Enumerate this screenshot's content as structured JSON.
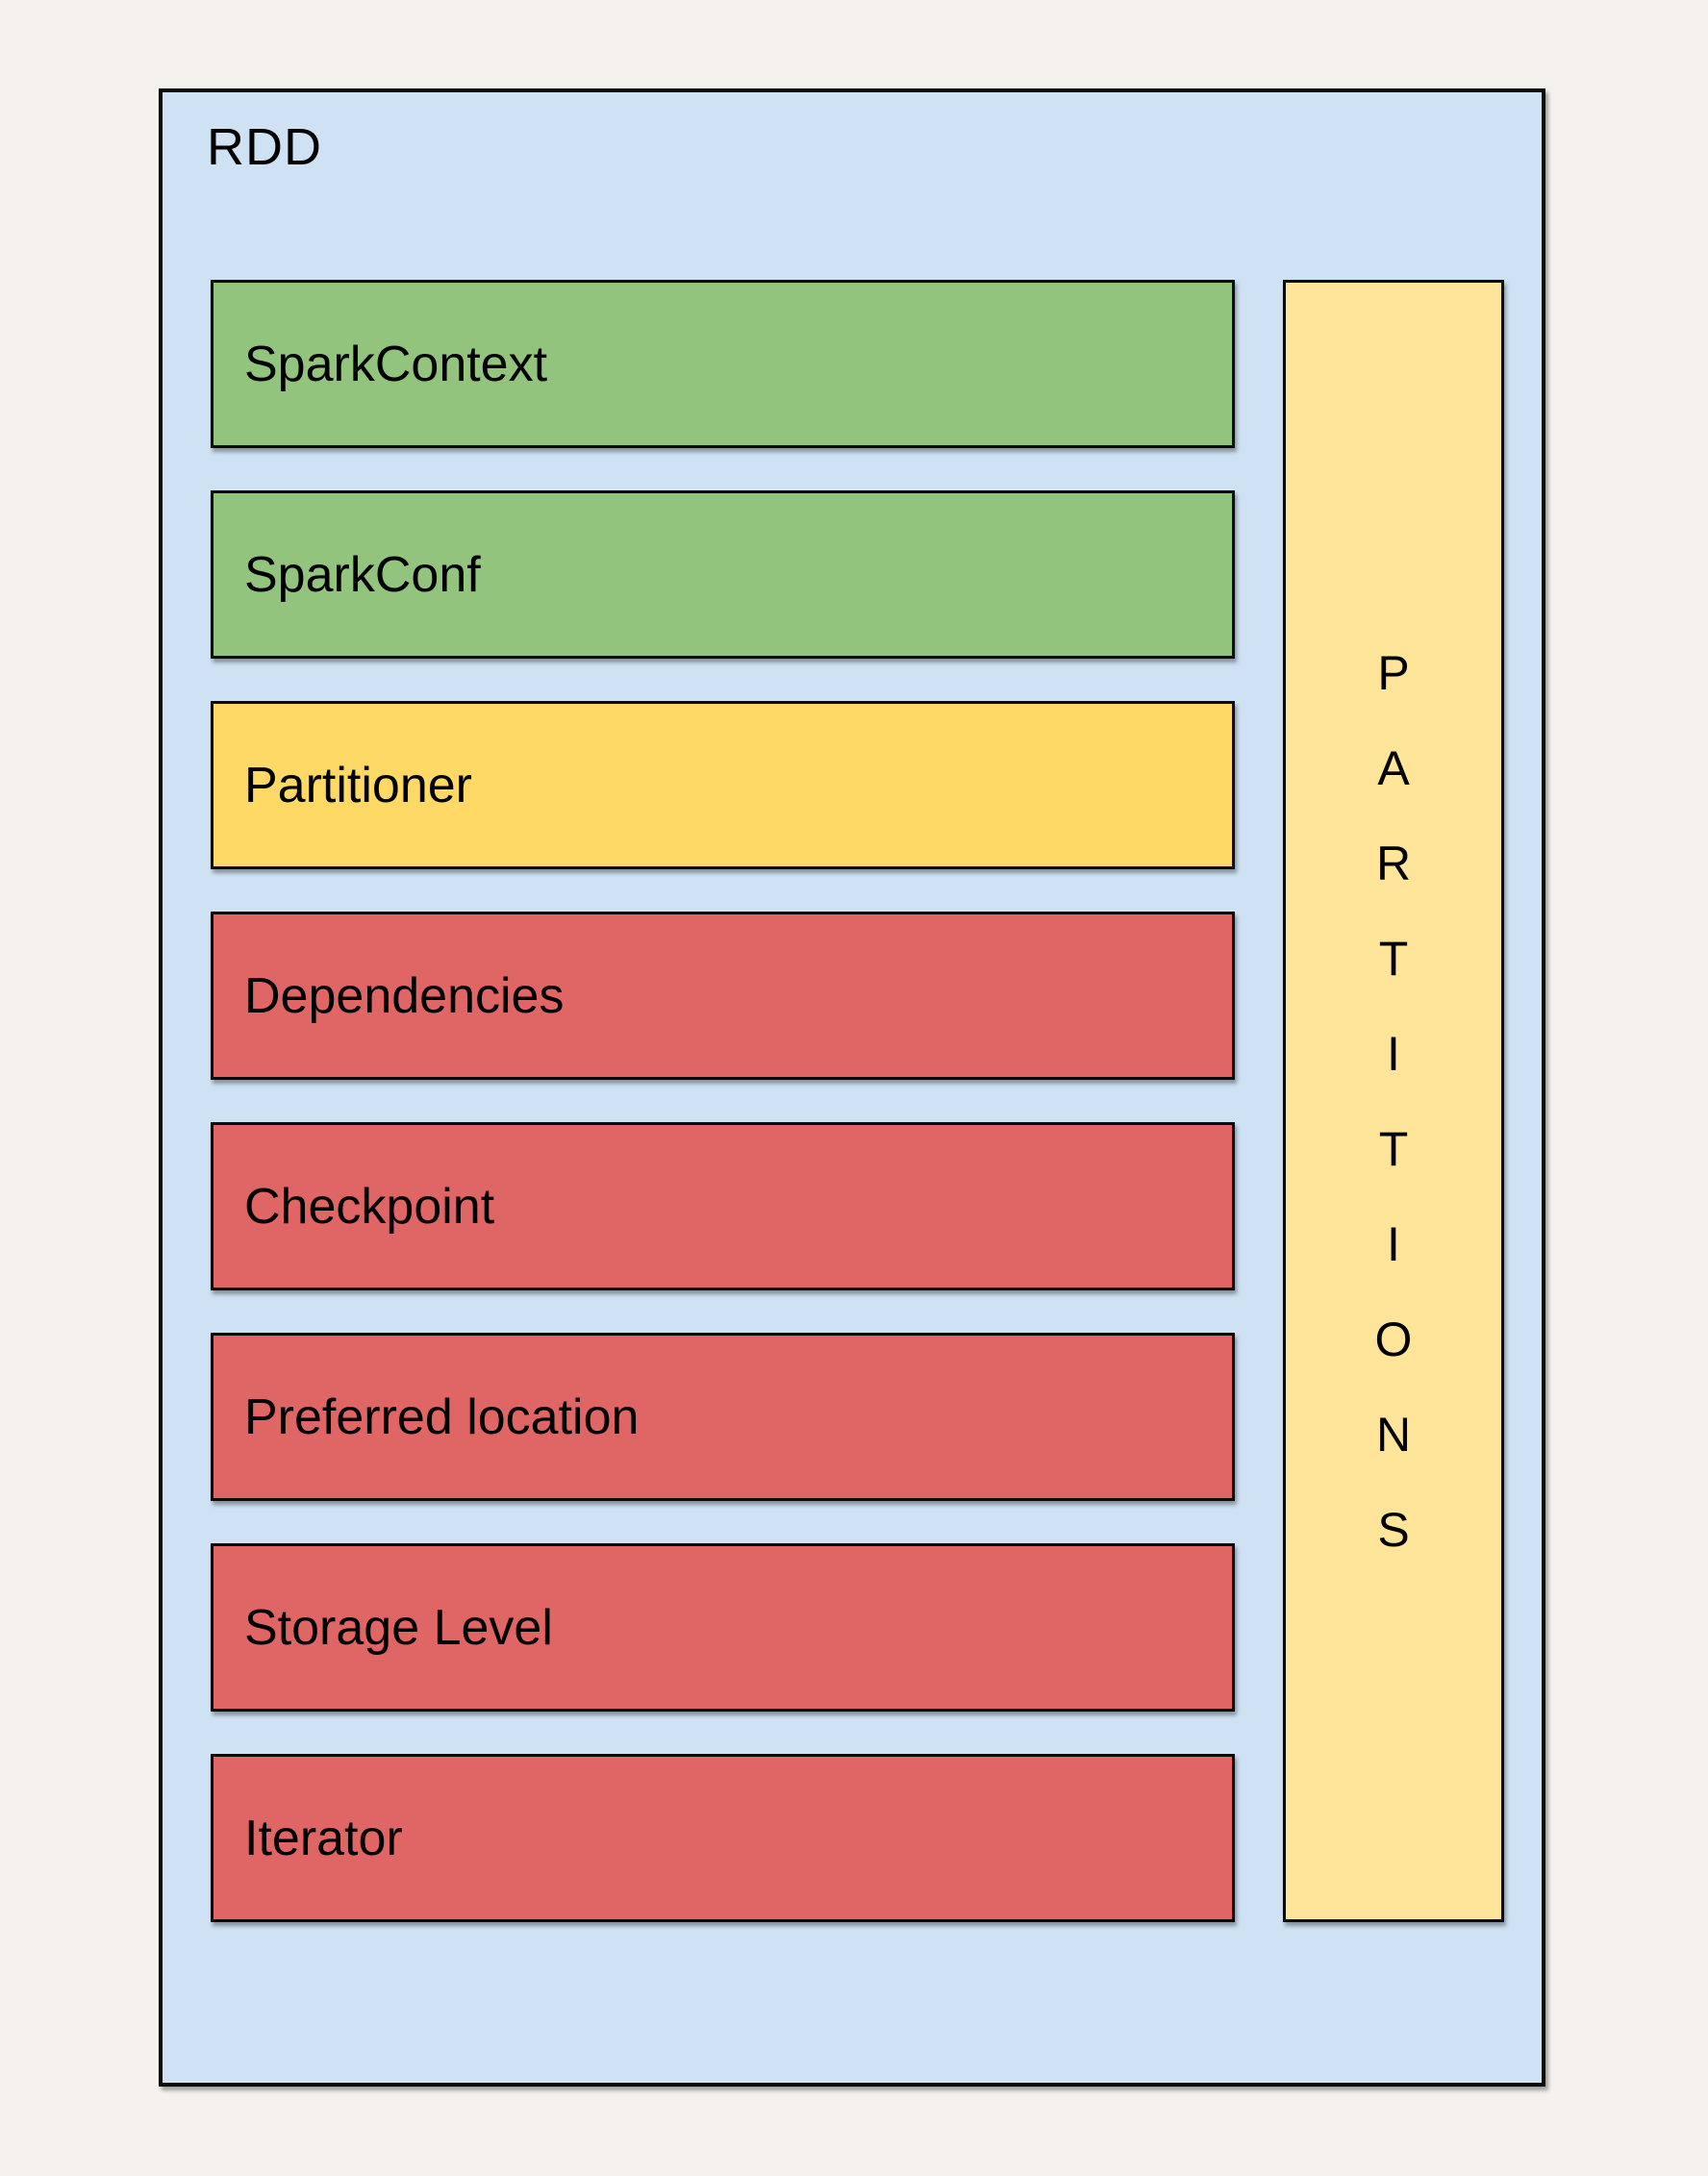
{
  "diagram": {
    "title": "RDD",
    "rows": [
      {
        "label": "SparkContext",
        "color": "#93c47d"
      },
      {
        "label": "SparkConf",
        "color": "#93c47d"
      },
      {
        "label": "Partitioner",
        "color": "#ffd966"
      },
      {
        "label": "Dependencies",
        "color": "#e06666"
      },
      {
        "label": "Checkpoint",
        "color": "#e06666"
      },
      {
        "label": "Preferred location",
        "color": "#e06666"
      },
      {
        "label": "Storage Level",
        "color": "#e06666"
      },
      {
        "label": "Iterator",
        "color": "#e06666"
      }
    ],
    "side_column": {
      "label": "PARTITIONS",
      "color": "#ffe599"
    },
    "colors": {
      "background": "#f5f2ee",
      "container": "#cfe2f3",
      "border": "#000000",
      "green": "#93c47d",
      "yellow": "#ffd966",
      "light_yellow": "#ffe599",
      "red": "#e06666"
    }
  }
}
